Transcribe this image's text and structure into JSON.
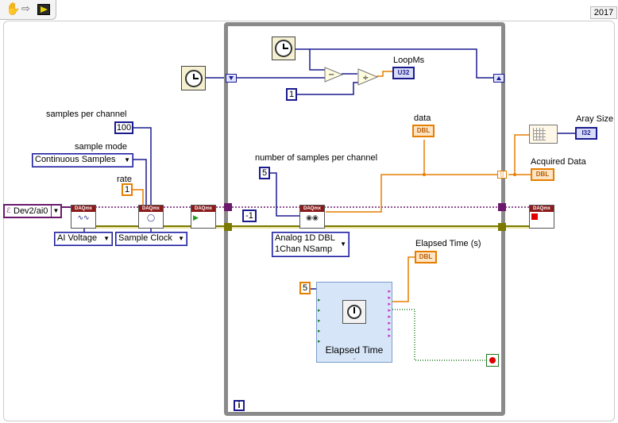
{
  "toolbar": {
    "hand_icon": "hand-icon",
    "arrow_icon": "arrow-right-icon",
    "run_icon": "run-icon"
  },
  "version_badge": "2017",
  "inputs": {
    "device": "Dev2/ai0",
    "samples_per_channel_label": "samples per channel",
    "samples_per_channel_value": "100",
    "sample_mode_label": "sample mode",
    "sample_mode_value": "Continuous Samples",
    "rate_label": "rate",
    "rate_value": "1",
    "ai_type": "AI Voltage",
    "timing_type": "Sample Clock"
  },
  "loop": {
    "loop_ms_label": "LoopMs",
    "loop_ms_indicator": "U32",
    "divisor_value": "1",
    "data_label": "data",
    "data_indicator": "DBL",
    "num_samples_label": "number of samples per channel",
    "num_samples_value": "5",
    "timeout_value": "-1",
    "read_mode_line1": "Analog 1D DBL",
    "read_mode_line2": "1Chan NSamp",
    "elapsed_label": "Elapsed Time (s)",
    "elapsed_indicator": "DBL",
    "elapsed_input_value": "5",
    "elapsed_vi_title": "Elapsed Time",
    "iteration_terminal": "i"
  },
  "outputs": {
    "array_size_label": "Aray Size",
    "array_size_indicator": "I32",
    "acquired_data_label": "Acquired Data",
    "acquired_data_indicator": "DBL"
  },
  "daqmx_header": "DAQmx",
  "colors": {
    "blue_wire": "#1b1b8f",
    "orange_wire": "#e67e00",
    "purple_wire": "#6b1a6b",
    "error_wire": "#7a7a00",
    "loop_frame": "#8a8a8a"
  }
}
